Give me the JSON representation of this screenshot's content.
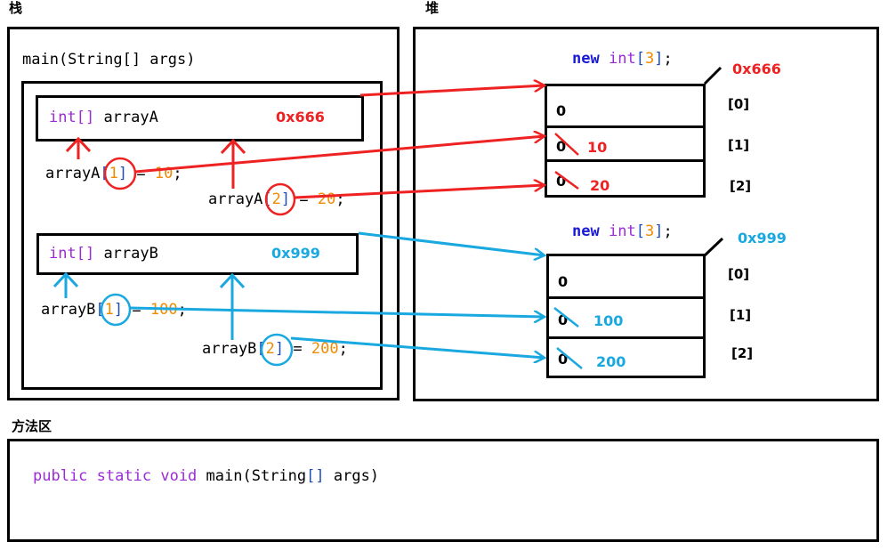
{
  "labels": {
    "stack": "栈",
    "heap": "堆",
    "method_area": "方法区"
  },
  "stack": {
    "frame_signature": "main(String[] args)",
    "arrayA": {
      "decl_type": "int[]",
      "decl_name": "arrayA",
      "address": "0x666"
    },
    "arrayB": {
      "decl_type": "int[]",
      "decl_name": "arrayB",
      "address": "0x999"
    },
    "statements": [
      {
        "name": "arrayA",
        "index": "1",
        "value": "10"
      },
      {
        "name": "arrayA",
        "index": "2",
        "value": "20"
      },
      {
        "name": "arrayB",
        "index": "1",
        "value": "100"
      },
      {
        "name": "arrayB",
        "index": "2",
        "value": "200"
      }
    ]
  },
  "heap": {
    "arrays": [
      {
        "new_expr_kw": "new",
        "new_expr_type": "int",
        "new_expr_size": "3",
        "address": "0x666",
        "cells": [
          {
            "index": "[0]",
            "old": "0",
            "new": ""
          },
          {
            "index": "[1]",
            "old": "0",
            "new": "10"
          },
          {
            "index": "[2]",
            "old": "0",
            "new": "20"
          }
        ]
      },
      {
        "new_expr_kw": "new",
        "new_expr_type": "int",
        "new_expr_size": "3",
        "address": "0x999",
        "cells": [
          {
            "index": "[0]",
            "old": "0",
            "new": ""
          },
          {
            "index": "[1]",
            "old": "0",
            "new": "100"
          },
          {
            "index": "[2]",
            "old": "0",
            "new": "200"
          }
        ]
      }
    ]
  },
  "method_area": {
    "public": "public",
    "static": "static",
    "void": "void",
    "rest": "main(String",
    "brackets": "[]",
    "args": " args)"
  },
  "colors": {
    "arrayA": "#ee2222",
    "arrayB": "#1aa8e0",
    "keyword": "#9b2bd6",
    "number": "#f08a00"
  }
}
